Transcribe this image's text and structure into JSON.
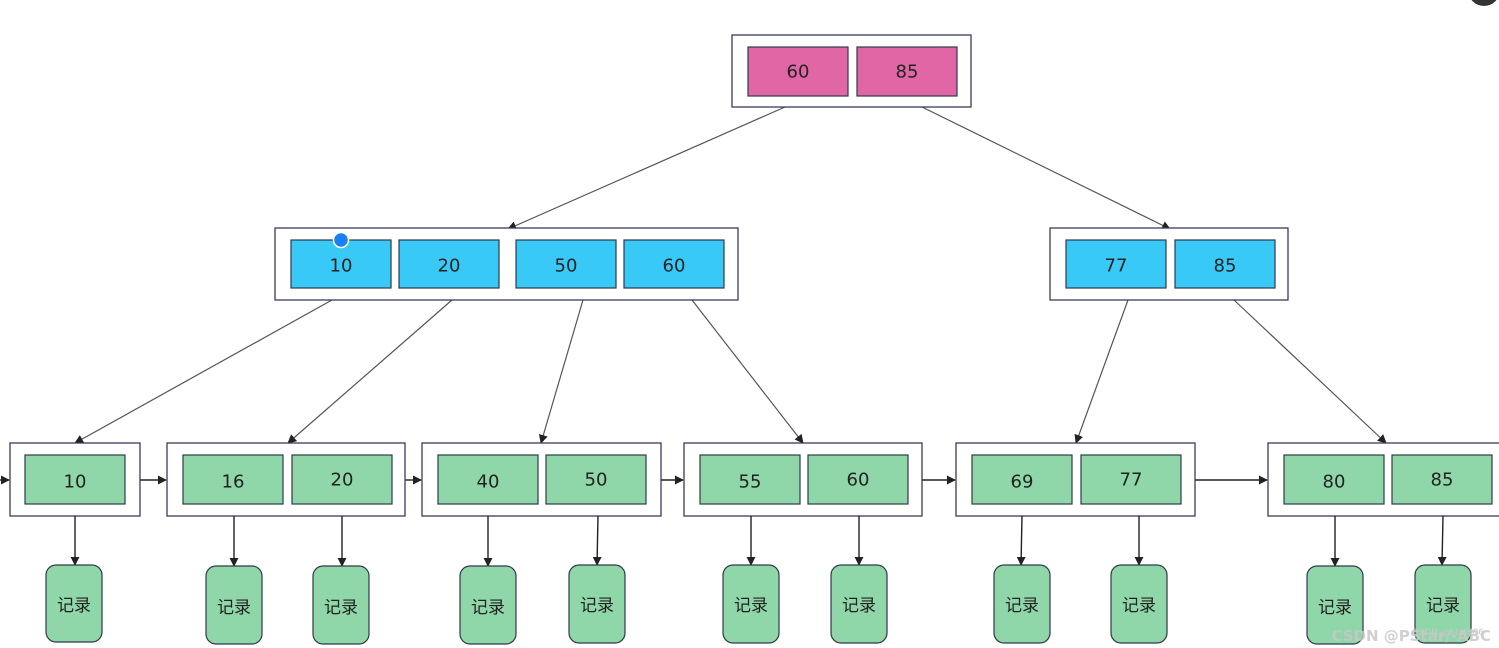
{
  "root": {
    "keys": [
      "60",
      "85"
    ]
  },
  "internal": [
    {
      "keys": [
        "10",
        "20",
        "50",
        "60"
      ]
    },
    {
      "keys": [
        "77",
        "85"
      ]
    }
  ],
  "leaves": [
    {
      "keys": [
        "10"
      ]
    },
    {
      "keys": [
        "16",
        "20"
      ]
    },
    {
      "keys": [
        "40",
        "50"
      ]
    },
    {
      "keys": [
        "55",
        "60"
      ]
    },
    {
      "keys": [
        "69",
        "77"
      ]
    },
    {
      "keys": [
        "80",
        "85"
      ]
    }
  ],
  "record_label": "记录",
  "watermark": {
    "main": "CSDN @PStar/-ABC",
    "small": "CSDN @bb8886"
  },
  "colors": {
    "root": "#e066a6",
    "internal": "#38c9f7",
    "leaf": "#8fd6a8",
    "selection_dot": "#1a7ff0"
  }
}
